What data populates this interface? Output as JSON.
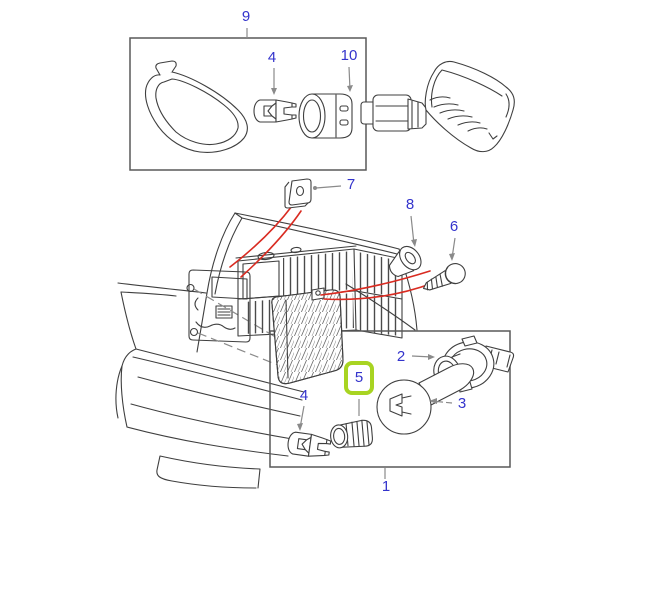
{
  "diagram": {
    "callouts": {
      "assembly_top": "9",
      "bulb_top": "4",
      "socket_top": "10",
      "clip": "7",
      "grommet": "8",
      "screw": "6",
      "bulb_holder": "2",
      "bulb_large": "3",
      "bulb_small": "4",
      "socket_small": "5",
      "assembly_main": "1"
    },
    "highlighted_callout": "5",
    "colors": {
      "callout_text": "#3333cc",
      "highlight_border": "#a8d422",
      "reference_line": "#d92b21",
      "drawing_line": "#3f3f3f",
      "box_border": "#595959",
      "leader_line": "#8a8a8a",
      "background": "#ffffff"
    }
  }
}
